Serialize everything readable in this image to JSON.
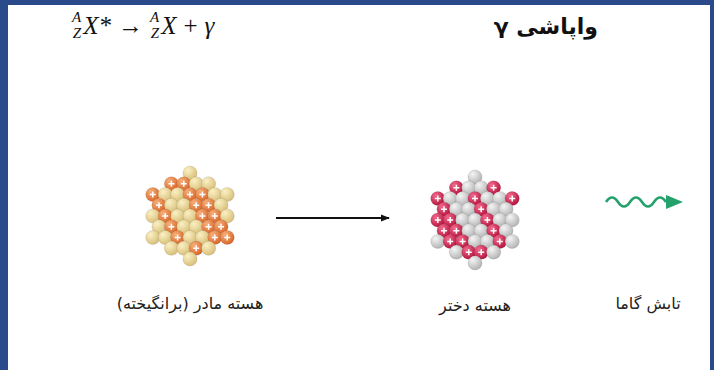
{
  "diagram": {
    "title": "واپاشی γ",
    "nodes": [
      {
        "text": [
          "هسته مادر (برانگیخته)"
        ]
      },
      {
        "text": [
          "هسته دختر"
        ]
      }
    ],
    "edges": [
      {
        "from": 0,
        "to": 1,
        "arrow": "to"
      }
    ],
    "labels": [
      "A",
      "Z",
      "X*",
      "→",
      "A",
      "Z",
      "X",
      "+",
      "γ",
      "تابش گاما"
    ]
  }
}
